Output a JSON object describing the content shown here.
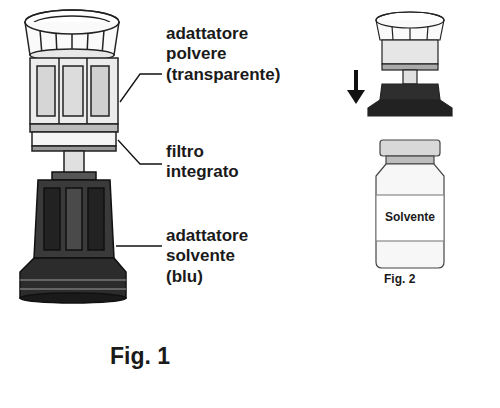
{
  "diagram": {
    "labels": [
      "adattatore polvere (transparente)",
      "filtro integrato",
      "adattatore solvente (blu)",
      "Fig. 1",
      "Solvente",
      "Fig. 2"
    ]
  }
}
